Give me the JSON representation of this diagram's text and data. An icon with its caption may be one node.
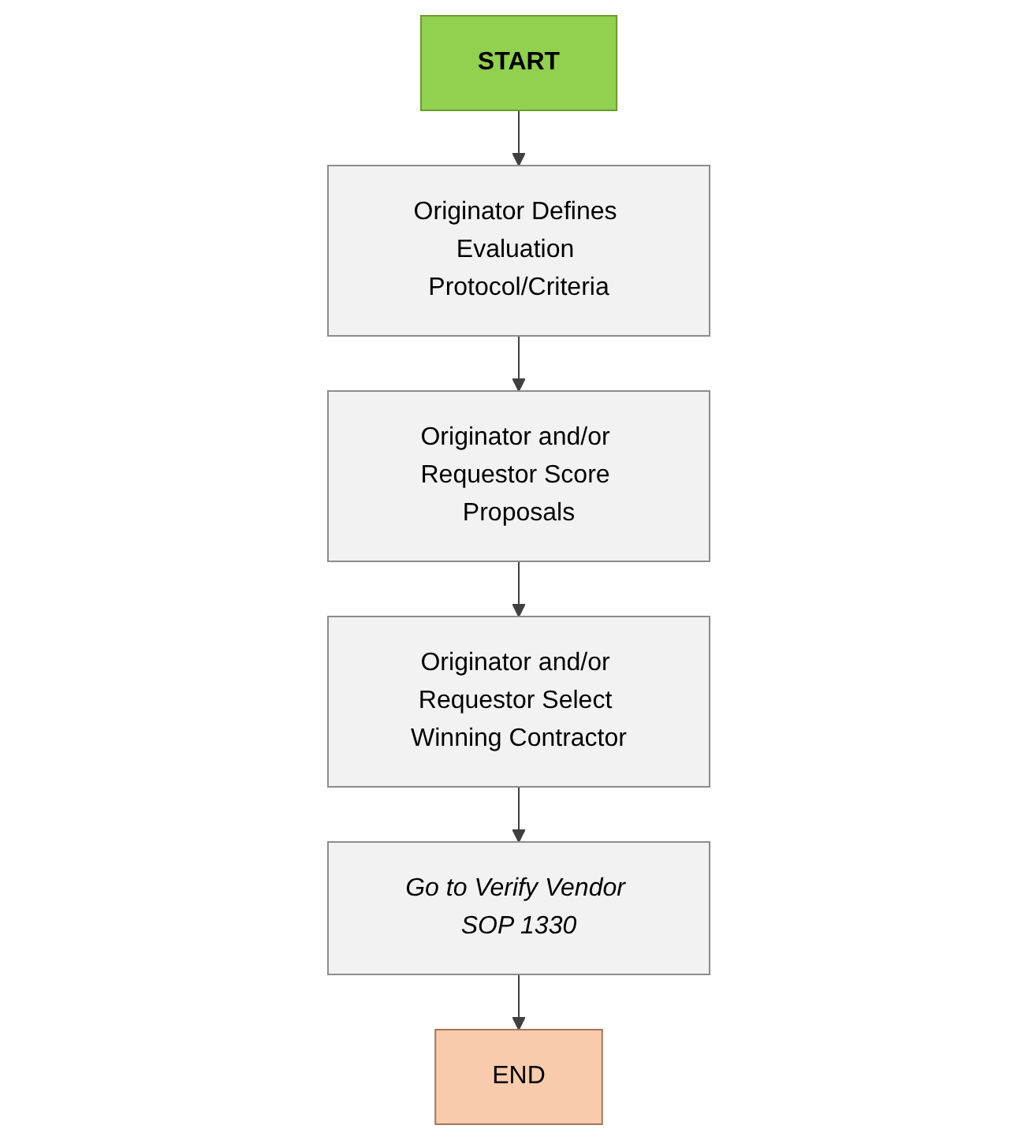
{
  "diagram": {
    "nodes": [
      {
        "text": [
          "START"
        ]
      },
      {
        "text": [
          "Originator Defines Evaluation Protocol/Criteria"
        ]
      },
      {
        "text": [
          "Originator and/or Requestor Score Proposals"
        ]
      },
      {
        "text": [
          "Originator and/or Requestor Select Winning Contractor"
        ]
      },
      {
        "text": [
          "Go to Verify Vendor SOP 1330"
        ]
      },
      {
        "text": [
          "END"
        ]
      }
    ],
    "edges": [
      {
        "from": 0,
        "to": 1,
        "arrow": "to"
      },
      {
        "from": 1,
        "to": 2,
        "arrow": "to"
      },
      {
        "from": 2,
        "to": 3,
        "arrow": "to"
      },
      {
        "from": 3,
        "to": 4,
        "arrow": "to"
      },
      {
        "from": 4,
        "to": 5,
        "arrow": "to"
      }
    ]
  }
}
